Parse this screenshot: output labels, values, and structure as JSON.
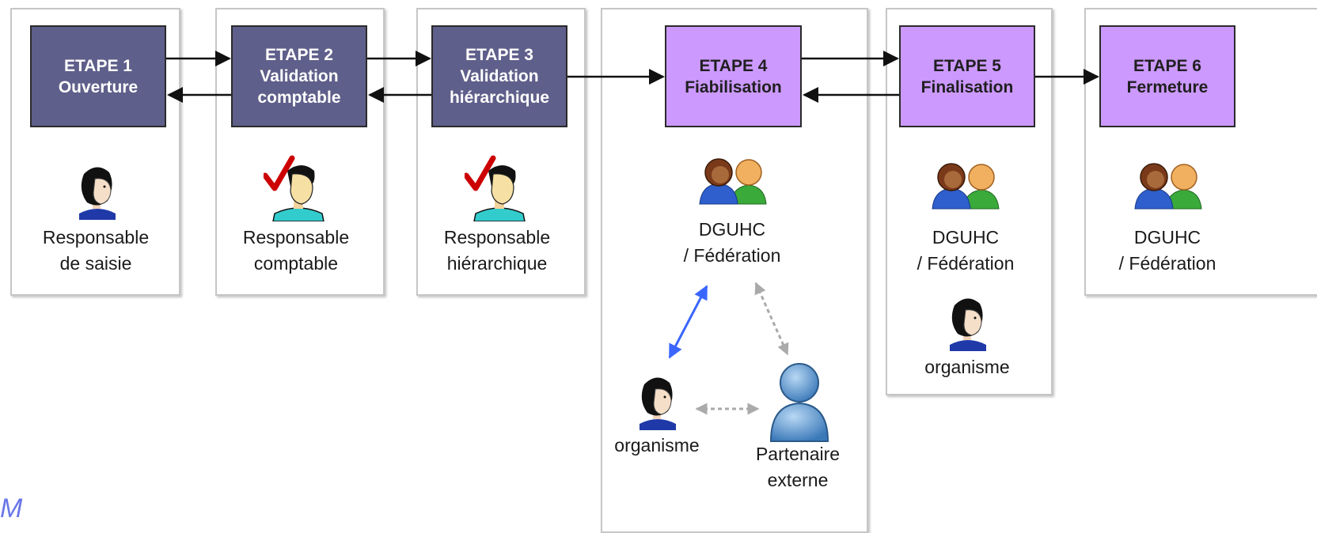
{
  "stages": [
    {
      "line1": "ETAPE 1",
      "line2": "Ouverture",
      "line3": "",
      "style": "dark"
    },
    {
      "line1": "ETAPE 2",
      "line2": "Validation",
      "line3": "comptable",
      "style": "dark"
    },
    {
      "line1": "ETAPE 3",
      "line2": "Validation",
      "line3": "hiérarchique",
      "style": "dark"
    },
    {
      "line1": "ETAPE 4",
      "line2": "Fiabilisation",
      "line3": "",
      "style": "light"
    },
    {
      "line1": "ETAPE 5",
      "line2": "Finalisation",
      "line3": "",
      "style": "light"
    },
    {
      "line1": "ETAPE 6",
      "line2": "Fermeture",
      "line3": "",
      "style": "light"
    }
  ],
  "roles": {
    "r1": {
      "line1": "Responsable",
      "line2": "de saisie",
      "icon": "woman-person-icon"
    },
    "r2": {
      "line1": "Responsable",
      "line2": "comptable",
      "icon": "man-with-checkmark-icon"
    },
    "r3": {
      "line1": "Responsable",
      "line2": "hiérarchique",
      "icon": "man-with-checkmark-icon"
    },
    "r4": {
      "line1": "DGUHC",
      "line2": "/ Fédération",
      "icon": "group-people-icon"
    },
    "r4_org": {
      "line1": "organisme",
      "icon": "woman-person-icon"
    },
    "r4_partner": {
      "line1": "Partenaire",
      "line2": "externe",
      "icon": "user-silhouette-icon"
    },
    "r5": {
      "line1": "DGUHC",
      "line2": "/ Fédération",
      "icon": "group-people-icon"
    },
    "r5_org": {
      "line1": "organisme",
      "icon": "woman-person-icon"
    },
    "r6": {
      "line1": "DGUHC",
      "line2": "/ Fédération",
      "icon": "group-people-icon"
    }
  },
  "stray_mark": "M",
  "colors": {
    "stage_dark": "#5f5f8b",
    "stage_light": "#cc99ff",
    "blue_arrow": "#3a66ff",
    "dashed_arrow": "#aaaaaa",
    "check": "#cc0000"
  }
}
